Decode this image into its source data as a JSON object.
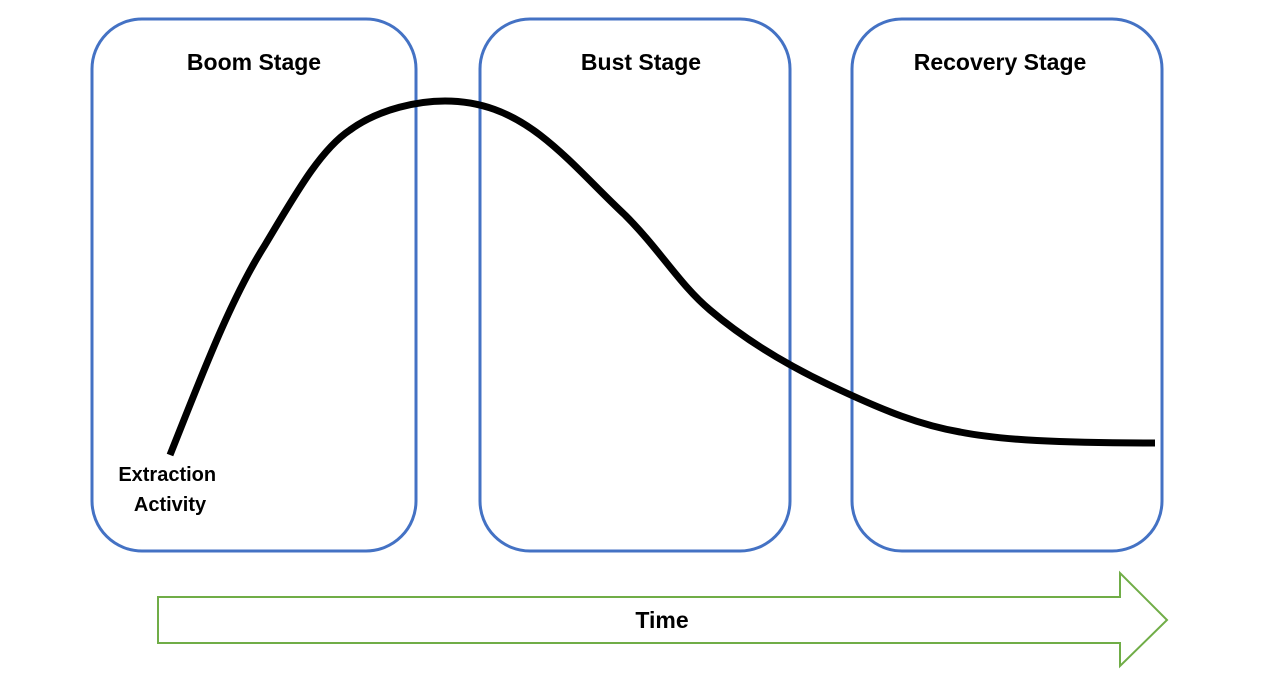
{
  "stages": [
    {
      "title": "Boom Stage"
    },
    {
      "title": "Bust Stage"
    },
    {
      "title": "Recovery Stage"
    }
  ],
  "curve": {
    "label_line1": "Extraction",
    "label_line2": "Activity"
  },
  "time_arrow": {
    "label": "Time"
  },
  "colors": {
    "stage_border": "#4472c4",
    "curve": "#000000",
    "arrow_border": "#70ad47"
  }
}
